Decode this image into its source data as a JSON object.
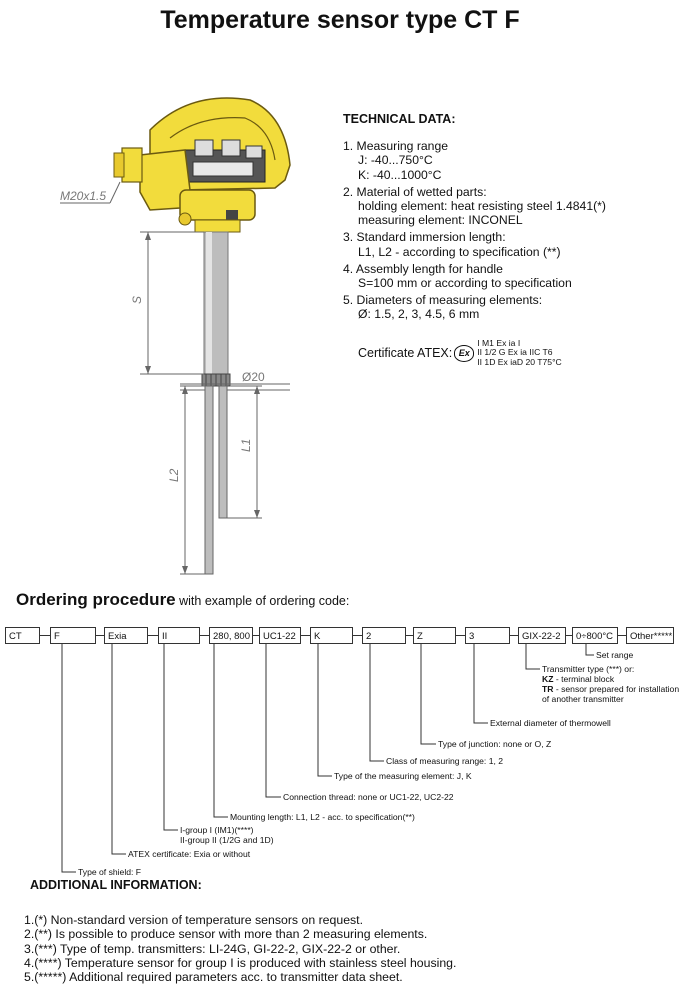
{
  "title": "Temperature sensor type CT F",
  "drawing": {
    "thread_label": "M20x1.5",
    "dim_s": "S",
    "dim_diameter": "Ø20",
    "dim_l1": "L1",
    "dim_l2": "L2"
  },
  "technical": {
    "heading": "TECHNICAL DATA:",
    "items": [
      {
        "head": "1. Measuring range",
        "lines": [
          "J: -40...750°C",
          "K: -40...1000°C"
        ]
      },
      {
        "head": "2. Material of wetted parts:",
        "lines": [
          "holding element: heat resisting steel 1.4841(*)",
          "measuring element: INCONEL"
        ]
      },
      {
        "head": "3. Standard immersion length:",
        "lines": [
          "L1, L2 - according to specification (**)"
        ]
      },
      {
        "head": "4.  Assembly length for handle",
        "lines": [
          "S=100 mm or according to specification"
        ]
      },
      {
        "head": "5. Diameters of measuring elements:",
        "lines": [
          "Ø: 1.5, 2, 3, 4.5, 6 mm"
        ]
      }
    ],
    "certificate_label": "Certificate ATEX:",
    "ex_symbol": "Ex",
    "certificate_lines": [
      "I M1 Ex ia I",
      "II 1/2 G Ex ia IIC T6",
      "II 1D Ex iaD 20 T75°C"
    ]
  },
  "ordering": {
    "heading": "Ordering procedure",
    "subheading": " with example of ordering code:",
    "codes": [
      "CT",
      "F",
      "Exia",
      "II",
      "280, 800",
      "UC1-22",
      "K",
      "2",
      "Z",
      "3",
      "GIX-22-2",
      "0÷800°C",
      "Other*****"
    ],
    "descriptions": {
      "set_range": "Set range",
      "transmitter_1": "Transmitter type (***) or:",
      "transmitter_kz_b": "KZ",
      "transmitter_kz": " - terminal block",
      "transmitter_tr_b": "TR",
      "transmitter_tr": " - sensor prepared for installation",
      "transmitter_tr2": "of another transmitter",
      "thermowell": "External diameter of thermowell",
      "junction": "Type of junction: none or O, Z",
      "class": "Class of measuring range: 1, 2",
      "element": "Type of the measuring element: J, K",
      "thread": "Connection thread: none or UC1-22, UC2-22",
      "mounting": "Mounting length: L1, L2 - acc. to specification(**)",
      "group_1": "I-group I (IM1)(****)",
      "group_2": "II-group II (1/2G and 1D)",
      "atex": "ATEX certificate: Exia or without",
      "shield": "Type of shield: F"
    }
  },
  "additional": {
    "heading": "ADDITIONAL INFORMATION:",
    "notes": [
      "1.(*) Non-standard version of temperature sensors on request.",
      "2.(**) Is possible to produce sensor with more than 2 measuring elements.",
      "3.(***) Type of temp. transmitters: LI-24G, GI-22-2, GIX-22-2 or other.",
      "4.(****) Temperature sensor  for group I is produced with stainless steel housing.",
      "5.(*****) Additional required parameters acc. to transmitter data sheet."
    ]
  },
  "colors": {
    "housing": "#f2dc3c",
    "housing_dark": "#b89a12",
    "metal": "#bdbdbd"
  }
}
